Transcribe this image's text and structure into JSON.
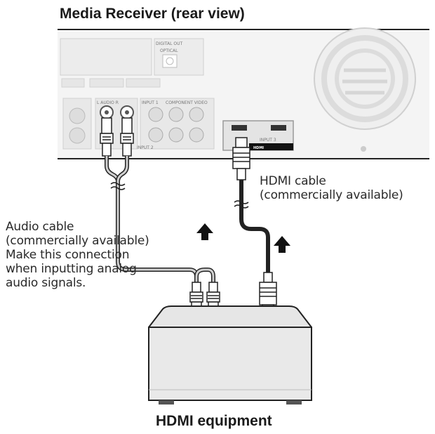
{
  "title": "Media Receiver (rear view)",
  "bottom_label": "HDMI equipment",
  "audio_cable_label": [
    "Audio cable",
    "(commercially available)",
    "Make this connection",
    "when inputting analog",
    "audio signals."
  ],
  "hdmi_cable_label": [
    "HDMI cable",
    "(commercially available)"
  ],
  "panel_labels": {
    "digital_out": "DIGITAL OUT",
    "optical": "OPTICAL",
    "l_audio_r": "L AUDIO R",
    "input1": "INPUT 1",
    "component_video": "COMPONENT VIDEO",
    "input2": "INPUT 2",
    "input3": "INPUT 3",
    "hdmi": "HDMI"
  }
}
